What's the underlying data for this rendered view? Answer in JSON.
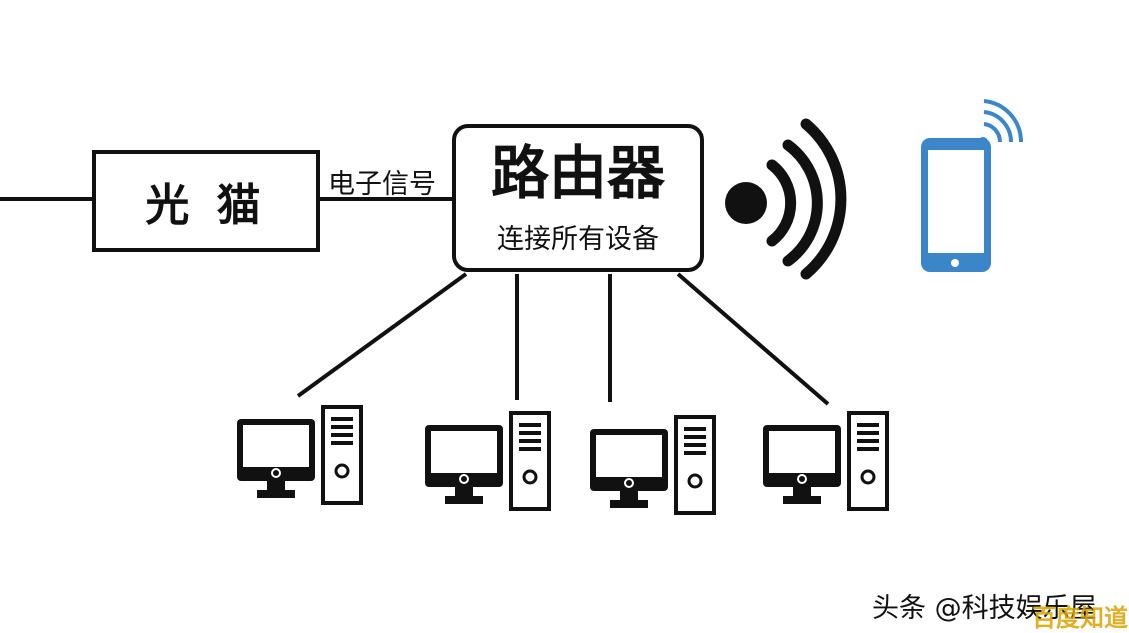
{
  "modem": {
    "label": "光 猫"
  },
  "link": {
    "label": "电子信号"
  },
  "router": {
    "title": "路由器",
    "subtitle": "连接所有设备"
  },
  "devices": {
    "count_desktops": 4,
    "wireless_device": "phone-icon"
  },
  "footer": {
    "credit": "头条 @科技娱乐屋",
    "watermark": "百度知道"
  },
  "colors": {
    "line": "#111111",
    "phone": "#3a86c8"
  }
}
